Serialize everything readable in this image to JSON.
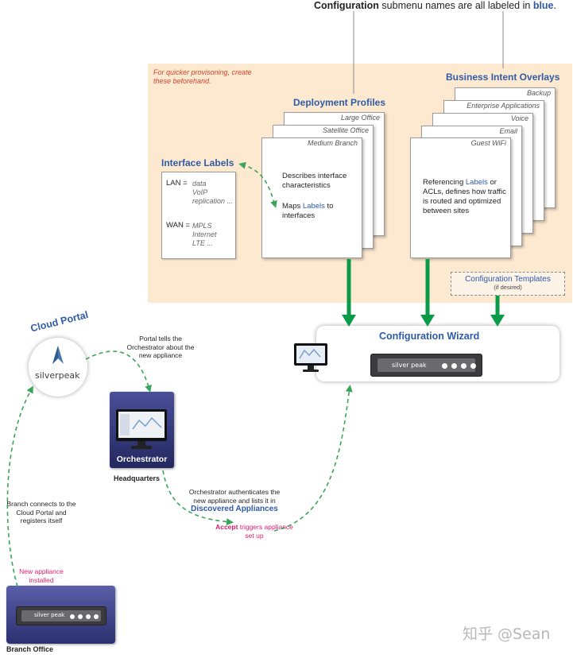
{
  "header": {
    "caption_bold": "Configuration",
    "caption_middle": " submenu names are all labeled in ",
    "caption_blue": "blue",
    "caption_end": "."
  },
  "provisioning_note": "For quicker provisoning, create these beforehand.",
  "interface_labels": {
    "title": "Interface Labels",
    "lan_key": "LAN =",
    "lan_values": [
      "data",
      "VoIP",
      "replication ..."
    ],
    "wan_key": "WAN =",
    "wan_values": [
      "MPLS",
      "Internet",
      "LTE ..."
    ]
  },
  "deployment_profiles": {
    "title": "Deployment Profiles",
    "cards": [
      "Large Office",
      "Satellite Office",
      "Medium Branch"
    ],
    "desc_1": "Describes interface characteristics",
    "desc_2_pre": "Maps ",
    "desc_2_label": "Labels",
    "desc_2_post": " to interfaces"
  },
  "business_intent_overlays": {
    "title": "Business Intent Overlays",
    "cards": [
      "Backup",
      "Enterprise Applications",
      "Voice",
      "Email",
      "Guest WiFi"
    ],
    "desc_pre": "Referencing ",
    "desc_label": "Labels",
    "desc_post": " or ACLs, defines how traffic is routed and optimized between sites"
  },
  "configuration_templates": {
    "title": "Configuration Templates",
    "subtitle": "(if desired)"
  },
  "configuration_wizard": {
    "title": "Configuration Wizard"
  },
  "appliance_brand": "silver peak",
  "cloud_portal": {
    "title": "Cloud Portal",
    "logo_text": "silverpeak"
  },
  "orchestrator": {
    "title": "Orchestrator",
    "location": "Headquarters"
  },
  "branch_office": {
    "location": "Branch Office"
  },
  "notes": {
    "portal_tells": "Portal tells the Orchestrator about the new appliance",
    "orch_auth": "Orchestrator authenticates the new appliance and lists it in",
    "discovered": "Discovered Appliances",
    "accept_bold": "Accept",
    "accept_rest": " triggers appliance set up",
    "branch_connects": "Branch connects to the Cloud Portal and registers itself",
    "new_appliance": "New appliance installed"
  },
  "watermark": "知乎 @Sean",
  "colors": {
    "accent_blue": "#2e5ba8",
    "arrow_green": "#0a9a48",
    "peach_bg": "#fde9d0",
    "note_red": "#d2452c",
    "highlight_pink": "#e0206b"
  }
}
